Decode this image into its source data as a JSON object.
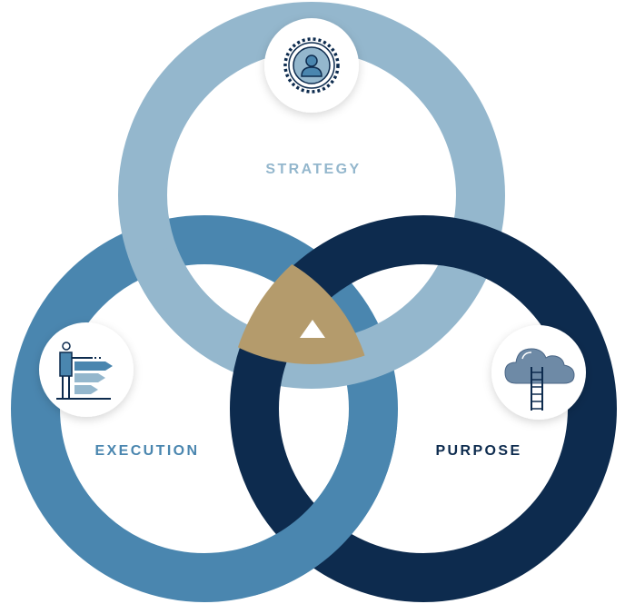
{
  "diagram": {
    "colors": {
      "strategy": "#94b7cd",
      "execution": "#4a86af",
      "purpose": "#0d2b4e",
      "center": "#b49b6c",
      "badge_bg": "#ffffff",
      "strategy_label": "#94b7cd",
      "execution_label": "#4a86af",
      "purpose_label": "#0d2b4e"
    },
    "circles": [
      {
        "id": "strategy",
        "label": "STRATEGY",
        "icon": "gear-person-icon"
      },
      {
        "id": "execution",
        "label": "EXECUTION",
        "icon": "person-arrows-icon"
      },
      {
        "id": "purpose",
        "label": "PURPOSE",
        "icon": "cloud-ladder-icon"
      }
    ],
    "center_icon": "triangle-icon"
  }
}
